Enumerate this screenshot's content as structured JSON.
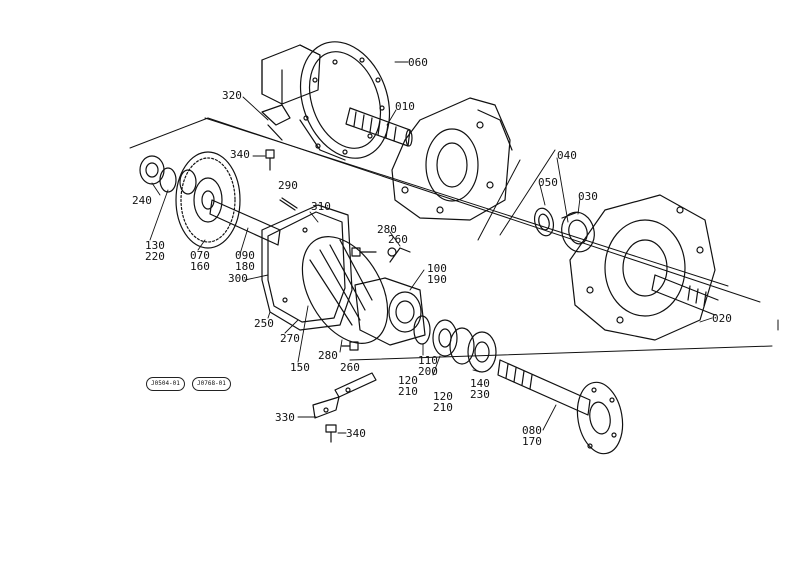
{
  "labels": {
    "l060": "060",
    "l320": "320",
    "l010": "010",
    "l340a": "340",
    "l290": "290",
    "l040": "040",
    "l050": "050",
    "l030": "030",
    "l310": "310",
    "l280a": "280",
    "l260a": "260",
    "l240": "240",
    "l130": "130",
    "l220": "220",
    "l070": "070",
    "l160": "160",
    "l090": "090",
    "l180": "180",
    "l300": "300",
    "l100": "100",
    "l190": "190",
    "l020": "020",
    "l250": "250",
    "l270": "270",
    "l150": "150",
    "l280b": "280",
    "l260b": "260",
    "l110": "110",
    "l200": "200",
    "l120a": "120",
    "l210a": "210",
    "l120b": "120",
    "l210b": "210",
    "l140": "140",
    "l230": "230",
    "l330": "330",
    "l340b": "340",
    "l080": "080",
    "l170": "170"
  },
  "badges": {
    "b1": "J0504-01",
    "b2": "J0768-01"
  },
  "colors": {
    "ink": "#111111",
    "paper": "#ffffff"
  }
}
